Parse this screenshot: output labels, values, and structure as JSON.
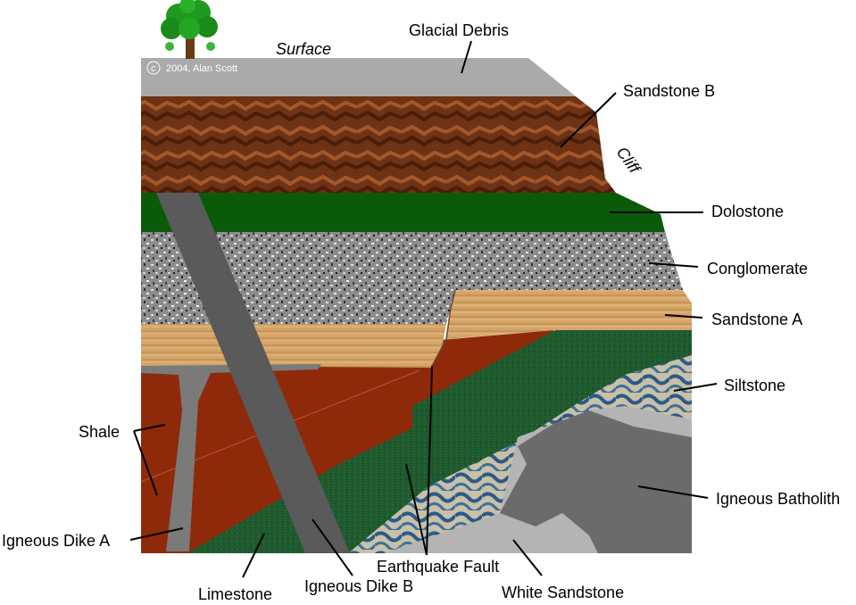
{
  "title": "",
  "copyright": "2004, Alan Scott",
  "copyright_symbol": "c",
  "labels": {
    "surface": "Surface",
    "cliff": "Cliff",
    "glacial_debris": "Glacial Debris",
    "sandstone_b": "Sandstone B",
    "dolostone": "Dolostone",
    "conglomerate": "Conglomerate",
    "sandstone_a": "Sandstone A",
    "siltstone": "Siltstone",
    "igneous_batholith": "Igneous Batholith",
    "white_sandstone": "White Sandstone",
    "earthquake_fault": "Earthquake Fault",
    "igneous_dike_b": "Igneous Dike B",
    "limestone": "Limestone",
    "igneous_dike_a": "Igneous Dike A",
    "shale": "Shale"
  },
  "colors": {
    "glacial_debris": "#aaaaaa",
    "sandstone_b": "#7a3a18",
    "dolostone": "#0a5a0a",
    "conglomerate": "#8c8c8c",
    "sandstone_a": "#d4a468",
    "shale": "#8e2a0a",
    "limestone": "#1f5a2e",
    "siltstone": "#6f8fa8",
    "batholith": "#6b6b6b",
    "white_sandstone": "#b4b4b4",
    "dike": "#5a5a5a",
    "tree_foliage": "#1f9a1f",
    "tree_trunk": "#6a3a14"
  }
}
